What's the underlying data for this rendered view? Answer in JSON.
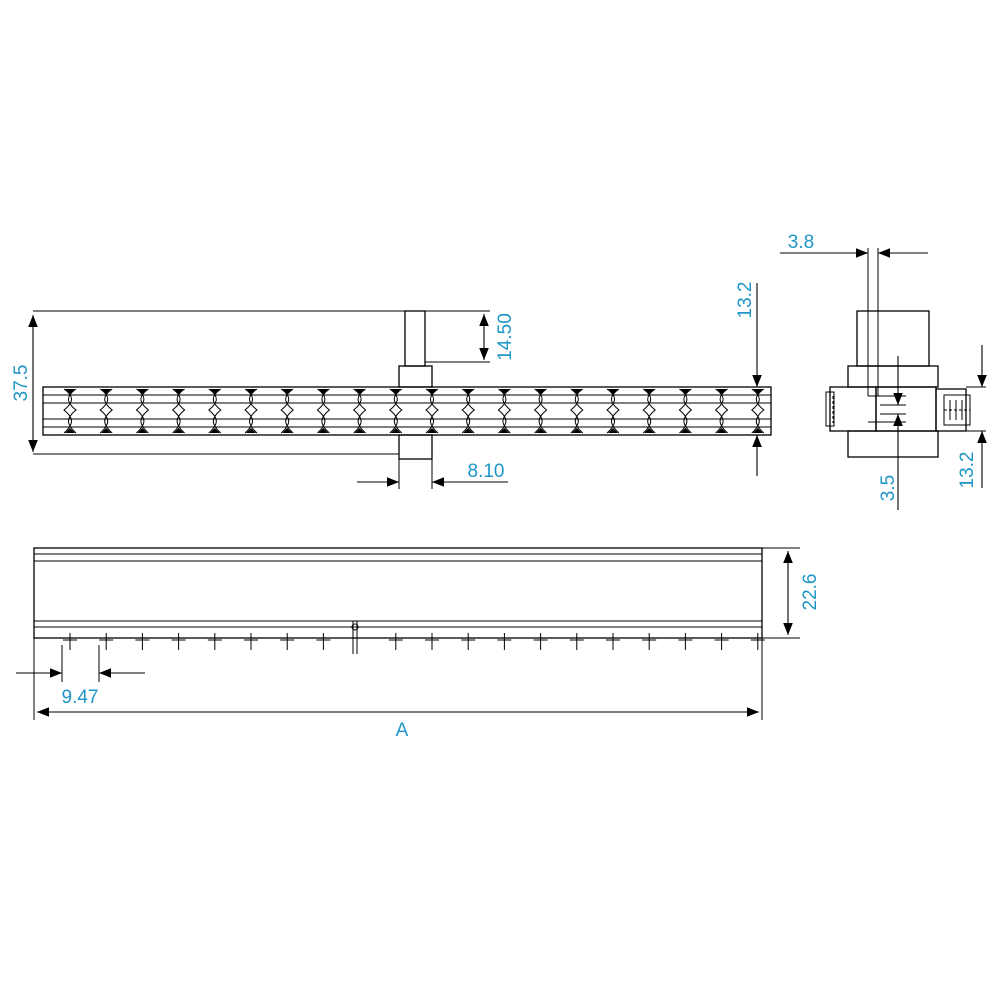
{
  "dimensions": {
    "height_total": "37.5",
    "stud_height": "14.50",
    "stud_width": "8.10",
    "right_height": "13.2",
    "side_top_width": "3.8",
    "side_gap": "3.5",
    "side_right_height": "13.2",
    "front_height": "22.6",
    "pitch": "9.47",
    "overall_length": "A"
  },
  "colors": {
    "label": "#1e96c8",
    "line": "#000000"
  },
  "terminal_count": 20
}
